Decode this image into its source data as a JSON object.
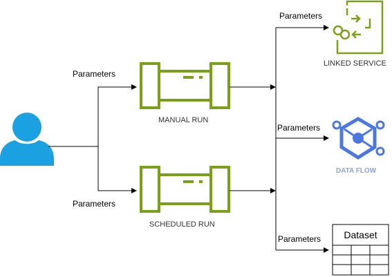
{
  "edge_labels": {
    "to_manual": "Parameters",
    "to_scheduled": "Parameters",
    "to_linked": "Parameters",
    "to_dataflow": "Parameters",
    "to_dataset": "Parameters"
  },
  "nodes": {
    "manual_run": "MANUAL RUN",
    "scheduled_run": "SCHEDULED RUN",
    "linked_service": "LINKED SERVICE",
    "data_flow": "DATA FLOW",
    "dataset": "Dataset"
  },
  "colors": {
    "pipeline_green": "#7aa116",
    "user_blue": "#1ba1e2",
    "dataflow_blue": "#4b78e0",
    "dataflow_label": "#8fa3d8",
    "line": "#000000"
  },
  "icons": {
    "user": "user-icon",
    "pipeline": "pipeline-icon",
    "linked_service": "linked-service-icon",
    "data_flow": "data-flow-icon",
    "dataset": "table-icon"
  }
}
